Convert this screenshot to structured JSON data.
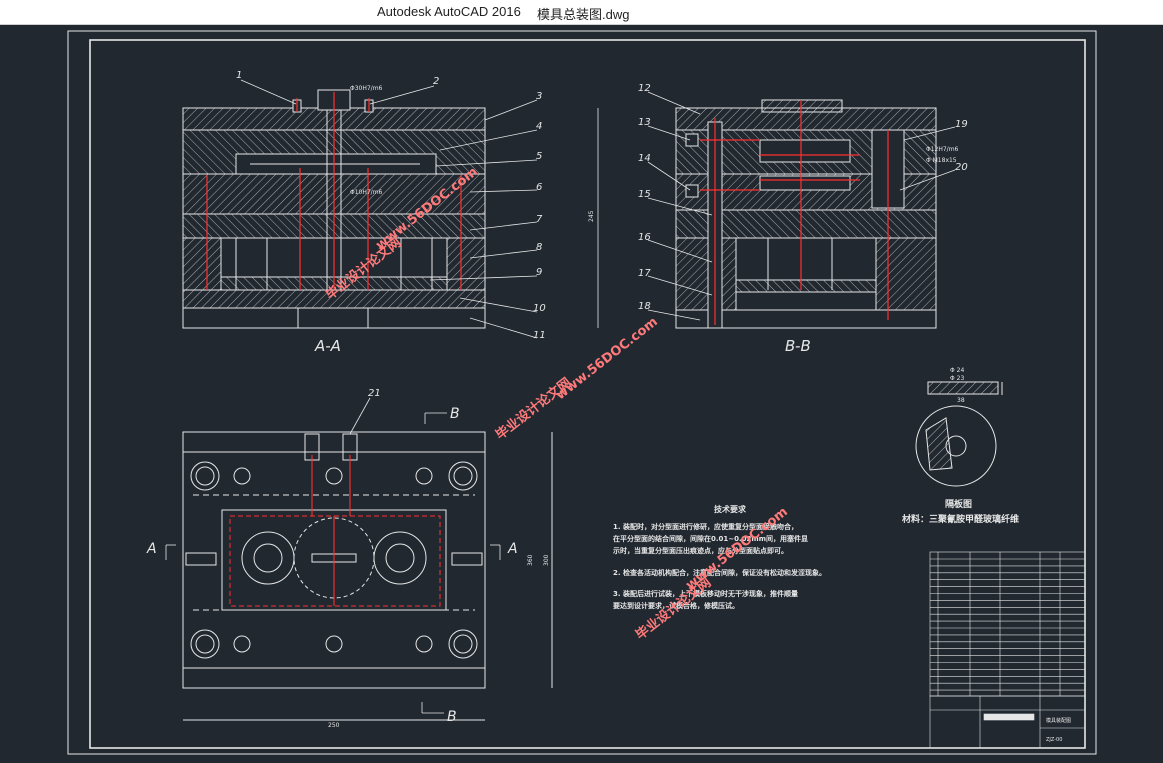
{
  "window": {
    "app_title": "Autodesk AutoCAD 2016",
    "file_name": "模具总装图.dwg"
  },
  "drawing": {
    "view_aa": "A-A",
    "view_bb": "B-B",
    "section_a": "A",
    "section_b": "B",
    "balloons_left": [
      "1",
      "2",
      "3",
      "4",
      "5",
      "6",
      "7",
      "8",
      "9",
      "10",
      "11"
    ],
    "balloons_right": [
      "12",
      "13",
      "14",
      "15",
      "16",
      "17",
      "18",
      "19",
      "20"
    ],
    "balloon_21": "21",
    "dims": {
      "fit1": "Φ30H7/m6",
      "fit2": "Φ10H7/m6",
      "fit3": "Φ12H7/m6",
      "fit4": "Φ M18x15",
      "h_side": "245",
      "w_bottom": "250",
      "h_plan1": "360",
      "h_plan2": "300",
      "d1": "Φ 24",
      "d2": "Φ 23",
      "d3": "38"
    },
    "detail_label": "隔板图",
    "detail_material": "材料：三聚氰胺甲醛玻璃纤维",
    "tech_title": "技术要求",
    "tech_lines": [
      "1. 装配时，对分型面进行修研，应使重复分型面接触吻合，",
      "   在平分型面的结合间隙，间隙在0.01~0.02mm间，用塞件显",
      "   示时，当重复分型面压出痕迹点，应与分型面贴点即可。",
      "2. 检查各活动机构配合，注意配合间隙，保证没有松动和发涩现象。",
      "3. 装配后进行试装，上下模板移动时无干涉现象，推件顺量",
      "   要达到设计要求，试模合格，修模压试。"
    ],
    "title_block": {
      "drawing_name": "模具装配图",
      "drawing_no": "ZJZ-00"
    }
  },
  "watermarks": [
    "www.56DOC.com",
    "毕业设计论文网"
  ],
  "colors": {
    "bg": "#212830",
    "white": "#e6e6e6",
    "red": "#ff3030",
    "watermark": "#ff7a7a"
  }
}
